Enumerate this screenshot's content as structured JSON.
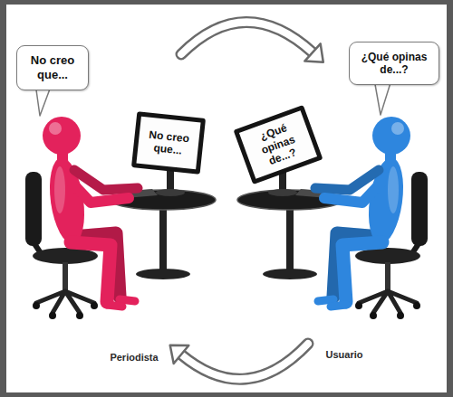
{
  "diagram": {
    "nodes": [
      {
        "text": [
          "No creo que..."
        ]
      },
      {
        "text": [
          "¿Qué opinas de...?"
        ]
      },
      {
        "text": [
          "No creo que..."
        ]
      },
      {
        "text": [
          "¿Qué opinas de...?"
        ]
      }
    ],
    "labels": [
      "Periodista",
      "Usuario"
    ]
  }
}
